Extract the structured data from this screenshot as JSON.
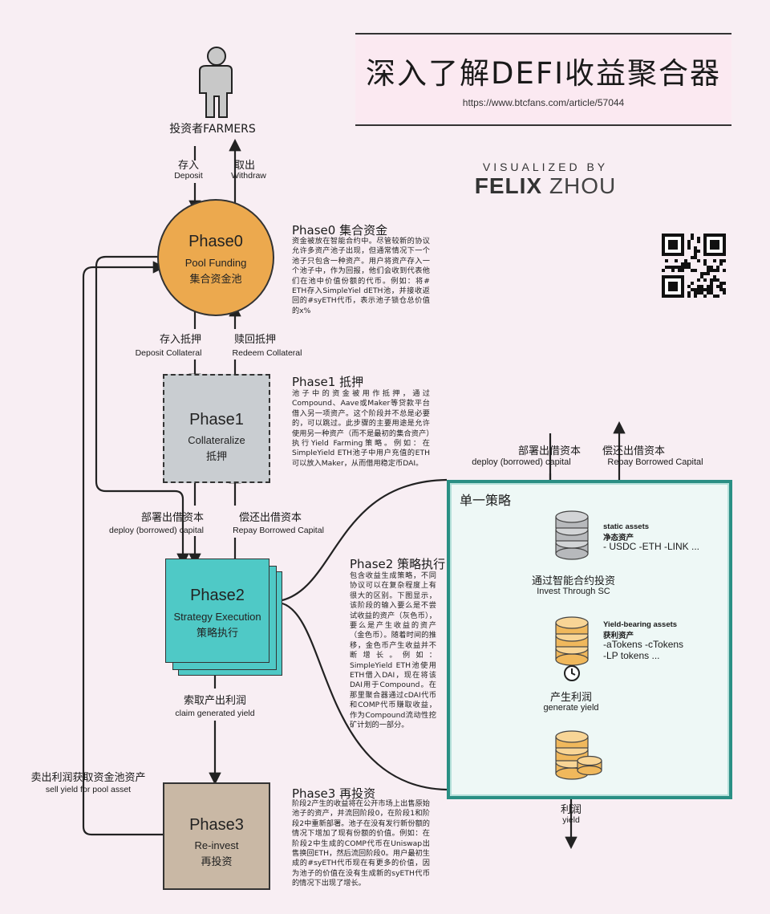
{
  "title": {
    "main": "深入了解DEFI收益聚合器",
    "url": "https://www.btcfans.com/article/57044"
  },
  "credit": {
    "line1": "VISUALIZED BY",
    "name_bold": "FELIX",
    "name_light": "ZHOU"
  },
  "investor": {
    "label": "投资者FARMERS",
    "deposit_zh": "存入",
    "deposit_en": "Deposit",
    "withdraw_zh": "取出",
    "withdraw_en": "Withdraw"
  },
  "phase0": {
    "name": "Phase0",
    "en": "Pool Funding",
    "zh": "集合资金池",
    "heading": "Phase0 集合资金",
    "text": "资金被放在智能合约中。尽管较新的协议允许多资产池子出现，但通常情况下一个池子只包含一种资产。用户将资产存入一个池子中，作为回报，他们会收到代表他们在池中价值份额的代币。例如：将# ETH存入SimpleYiel dETH池，并接收返回的#syETH代币，表示池子锁仓总价值的x%"
  },
  "between01": {
    "deposit_zh": "存入抵押",
    "deposit_en": "Deposit Collateral",
    "redeem_zh": "赎回抵押",
    "redeem_en": "Redeem Collateral"
  },
  "phase1": {
    "name": "Phase1",
    "en": "Collateralize",
    "zh": "抵押",
    "heading": "Phase1 抵押",
    "text": "池子中的资金被用作抵押，通过Compound、Aave或Maker等贷款平台借入另一项资产。这个阶段并不总是必要的，可以跳过。此步骤的主要用途是允许使用另一种资产（而不是最初的集合资产）执行Yield Farming策略。例如：在SimpleYield ETH池子中用户充值的ETH可以放入Maker，从而借用稳定币DAI。"
  },
  "between12": {
    "deploy_zh": "部署出借资本",
    "deploy_en": "deploy (borrowed) capital",
    "repay_zh": "偿还出借资本",
    "repay_en": "Repay Borrowed Capital"
  },
  "phase2": {
    "name": "Phase2",
    "en": "Strategy Execution",
    "zh": "策略执行",
    "heading": "Phase2 策略执行",
    "text": "包含收益生成策略，不同协议可以在复杂程度上有很大的区别。下图显示，该阶段的输入要么是不尝试收益的资产（灰色币），要么是产生收益的资产（金色币）。随着时间的推移，金色币产生收益并不断增长。例如：SimpleYield ETH池使用ETH借入DAI，现在将该DAI用于Compound。在那里聚合器通过cDAI代币和COMP代币赚取收益，作为Compound流动性挖矿计划的一部分。"
  },
  "between23": {
    "claim_zh": "索取产出利润",
    "claim_en": "claim generated yield"
  },
  "sell": {
    "zh": "卖出利润获取资金池资产",
    "en": "sell yield for pool asset"
  },
  "phase3": {
    "name": "Phase3",
    "en": "Re-invest",
    "zh": "再投资",
    "heading": "Phase3 再投资",
    "text": "阶段2产生的收益将在公开市场上出售原始池子的资产，并流回阶段0，在阶段1和阶段2中重新部署。池子在没有发行新份额的情况下增加了现有份额的价值。例如：在阶段2中生成的COMP代币在Uniswap出售换回ETH，然后流回阶段0。用户最初生成的#syETH代币现在有更多的价值，因为池子的价值在没有生成新的syETH代币的情况下出现了增长。"
  },
  "strategy": {
    "top_deploy_zh": "部署出借资本",
    "top_deploy_en": "deploy (borrowed) capital",
    "top_repay_zh": "偿还出借资本",
    "top_repay_en": "Repay Borrowed Capital",
    "box_title": "单一策略",
    "static_en": "static assets",
    "static_zh": "净态资产",
    "static_list": "- USDC -ETH -LINK ...",
    "invest_zh": "通过智能合约投资",
    "invest_en": "Invest Through SC",
    "yield_en": "Yield-bearing assets",
    "yield_zh": "获利资产",
    "yield_list1": "-aTokens -cTokens",
    "yield_list2": "-LP tokens ...",
    "gen_zh": "产生利润",
    "gen_en": "generate yield",
    "profit_zh": "利润",
    "profit_en": "yield"
  },
  "colors": {
    "background": "#f8eef3",
    "phase0": "#eca94e",
    "phase1": "#c9cdd1",
    "phase2": "#4fc9c6",
    "phase3": "#c9b8a5",
    "strategy_border": "#2a8f84",
    "coin_gray": "#b7b9bc",
    "coin_gold": "#f0b85c"
  },
  "icons": [
    "person-icon",
    "qr-code-icon",
    "clock-icon",
    "coin-stack-icon"
  ]
}
